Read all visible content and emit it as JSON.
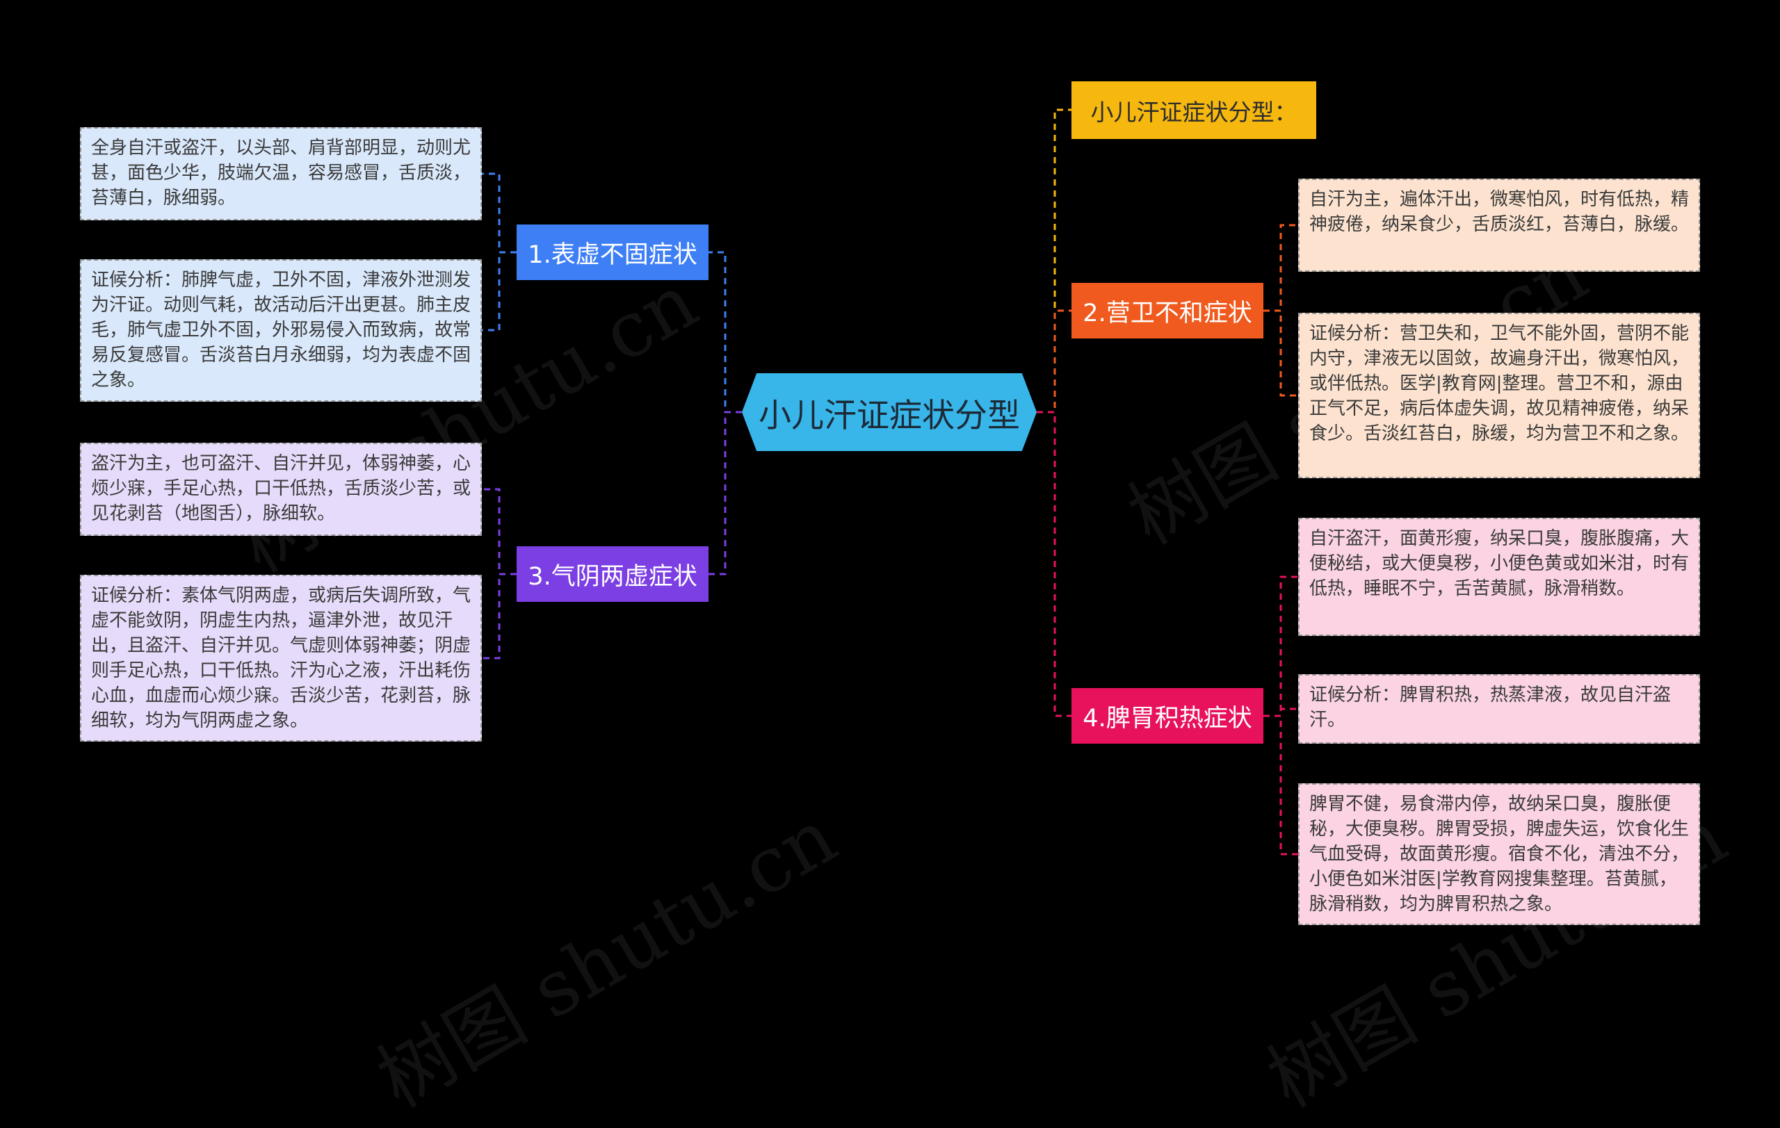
{
  "root": {
    "label": "小儿汗证症状分型"
  },
  "title_card": {
    "label": "小儿汗证症状分型："
  },
  "branches": [
    {
      "label": "1.表虚不固症状",
      "color": "#3f7ff5",
      "items": [
        "全身自汗或盗汗，以头部、肩背部明显，动则尤甚，面色少华，肢端欠温，容易感冒，舌质淡，苔薄白，脉细弱。",
        "证候分析：肺脾气虚，卫外不固，津液外泄测发为汗证。动则气耗，故活动后汗出更甚。肺主皮毛，肺气虚卫外不固，外邪易侵入而致病，故常易反复感冒。舌淡苔白月永细弱，均为表虚不固之象。"
      ]
    },
    {
      "label": "2.营卫不和症状",
      "color": "#f05a1e",
      "items": [
        "自汗为主，遍体汗出，微寒怕风，时有低热，精神疲倦，纳呆食少，舌质淡红，苔薄白，脉缓。",
        "证候分析：营卫失和，卫气不能外固，营阴不能内守，津液无以固敛，故遍身汗出，微寒怕风，或伴低热。医学|教育网|整理。营卫不和，源由正气不足，病后体虚失调，故见精神疲倦，纳呆食少。舌淡红苔白，脉缓，均为营卫不和之象。"
      ]
    },
    {
      "label": "3.气阴两虚症状",
      "color": "#7b3fe4",
      "items": [
        "盗汗为主，也可盗汗、自汗并见，体弱神萎，心烦少寐，手足心热，口干低热，舌质淡少苦，或见花剥苔（地图舌），脉细软。",
        "证候分析：素体气阴两虚，或病后失调所致，气虚不能敛阴，阴虚生内热，逼津外泄，故见汗出，且盗汗、自汗并见。气虚则体弱神萎；阴虚则手足心热，口干低热。汗为心之液，汗出耗伤心血，血虚而心烦少寐。舌淡少苦，花剥苔，脉细软，均为气阴两虚之象。"
      ]
    },
    {
      "label": "4.脾胃积热症状",
      "color": "#e8125c",
      "items": [
        "自汗盗汗，面黄形瘦，纳呆口臭，腹胀腹痛，大便秘结，或大便臭秽，小便色黄或如米泔，时有低热，睡眠不宁，舌苦黄腻，脉滑稍数。",
        "证候分析：脾胃积热，热蒸津液，故见自汗盗汗。",
        "脾胃不健，易食滞内停，故纳呆口臭，腹胀便秘，大便臭秽。脾胃受损，脾虚失运，饮食化生气血受碍，故面黄形瘦。宿食不化，清浊不分，小便色如米泔医|学教育网搜集整理。苔黄腻，脉滑稍数，均为脾胃积热之象。"
      ]
    }
  ],
  "colors": {
    "background": "#000000",
    "root": "#38b6e9",
    "title_card": "#f6b80e",
    "leaf_blue": "#d9e8fb",
    "leaf_orange": "#fde3cf",
    "leaf_purple": "#e6dbfa",
    "leaf_pink": "#fbd3e2"
  },
  "watermark": "树图 shutu.cn"
}
